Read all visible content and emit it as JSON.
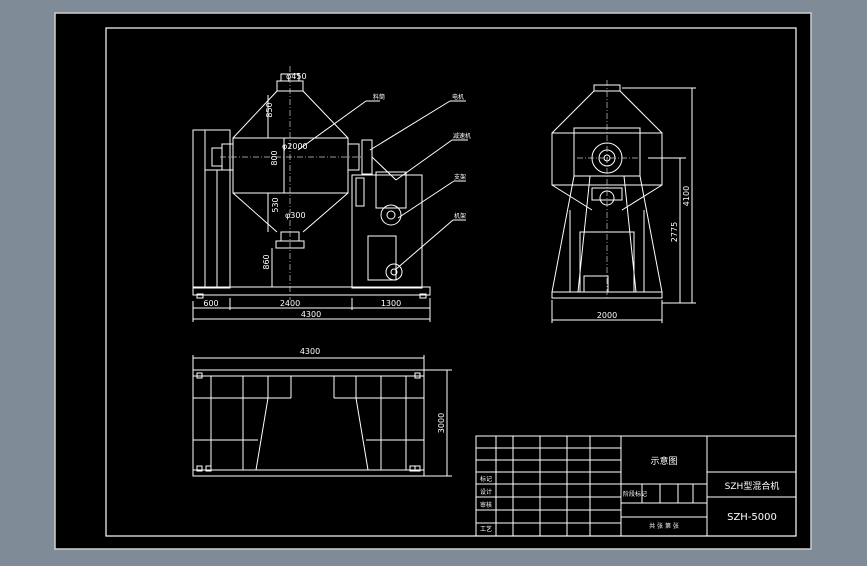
{
  "colors": {
    "viewport_bg": "#7f8b96",
    "paper": "#000000",
    "line": "#ffffff",
    "center_line": "#cccccc"
  },
  "front_view": {
    "dims": {
      "d450": "φ450",
      "d2000": "φ2000",
      "d300": "φ300",
      "h850": "850",
      "h800": "800",
      "h530": "530",
      "h860": "860",
      "w600": "600",
      "w2400": "2400",
      "w1300": "1300",
      "w4300": "4300"
    },
    "callouts": {
      "c1": "料筒",
      "c2": "电机",
      "c3": "减速机",
      "c4": "支架",
      "c5": "机架"
    }
  },
  "side_view": {
    "dims": {
      "h4100": "4100",
      "h2775": "2775",
      "w2000": "2000"
    }
  },
  "plan_view": {
    "dims": {
      "w4300": "4300",
      "h3000": "3000"
    }
  },
  "title_block": {
    "drawing_title": "示意图",
    "product_name": "SZH型混合机",
    "model": "SZH-5000",
    "rows": {
      "r1": "标记",
      "r2": "设计",
      "r3": "审核",
      "r4": "工艺"
    },
    "mid_label": "阶段标记",
    "bottom_label": "共 张 第 张"
  }
}
